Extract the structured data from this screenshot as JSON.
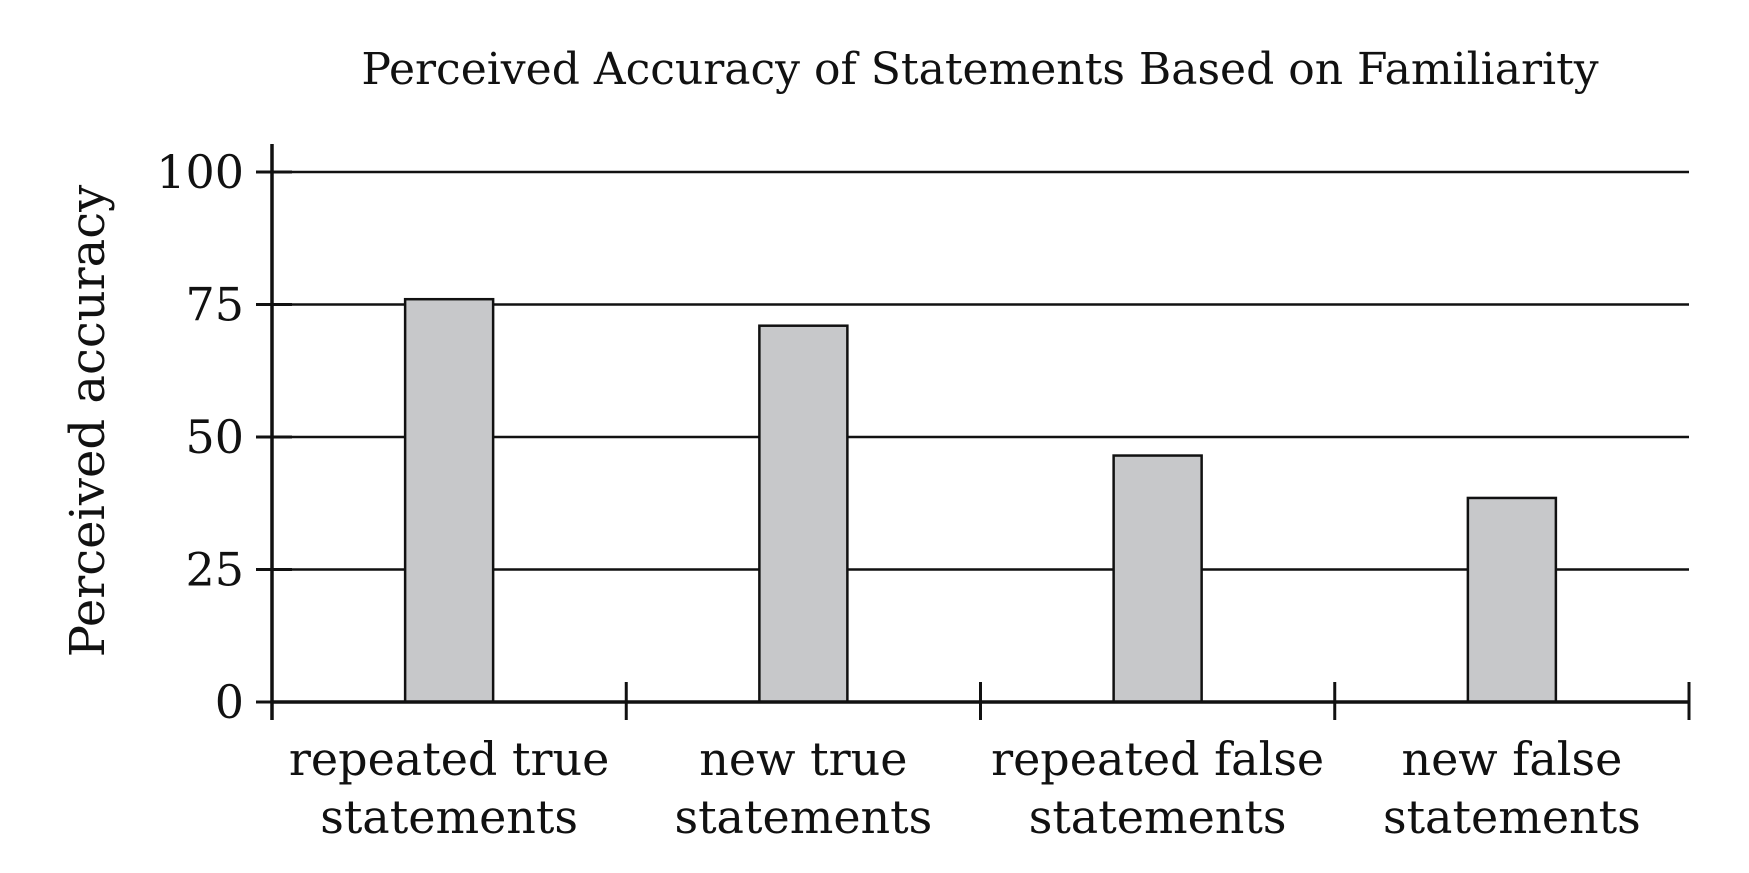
{
  "chart_data": {
    "type": "bar",
    "title": "Perceived Accuracy of Statements Based on Familiarity",
    "xlabel": "",
    "ylabel": "Perceived accuracy",
    "categories": [
      [
        "repeated true",
        "statements"
      ],
      [
        "new true",
        "statements"
      ],
      [
        "repeated false",
        "statements"
      ],
      [
        "new false",
        "statements"
      ]
    ],
    "values": [
      76,
      71,
      46.5,
      38.5
    ],
    "ylim": [
      0,
      100
    ],
    "yticks": [
      0,
      25,
      50,
      75,
      100
    ],
    "grid": true,
    "bar_color": "#c7c8ca",
    "line_color": "#111111"
  }
}
